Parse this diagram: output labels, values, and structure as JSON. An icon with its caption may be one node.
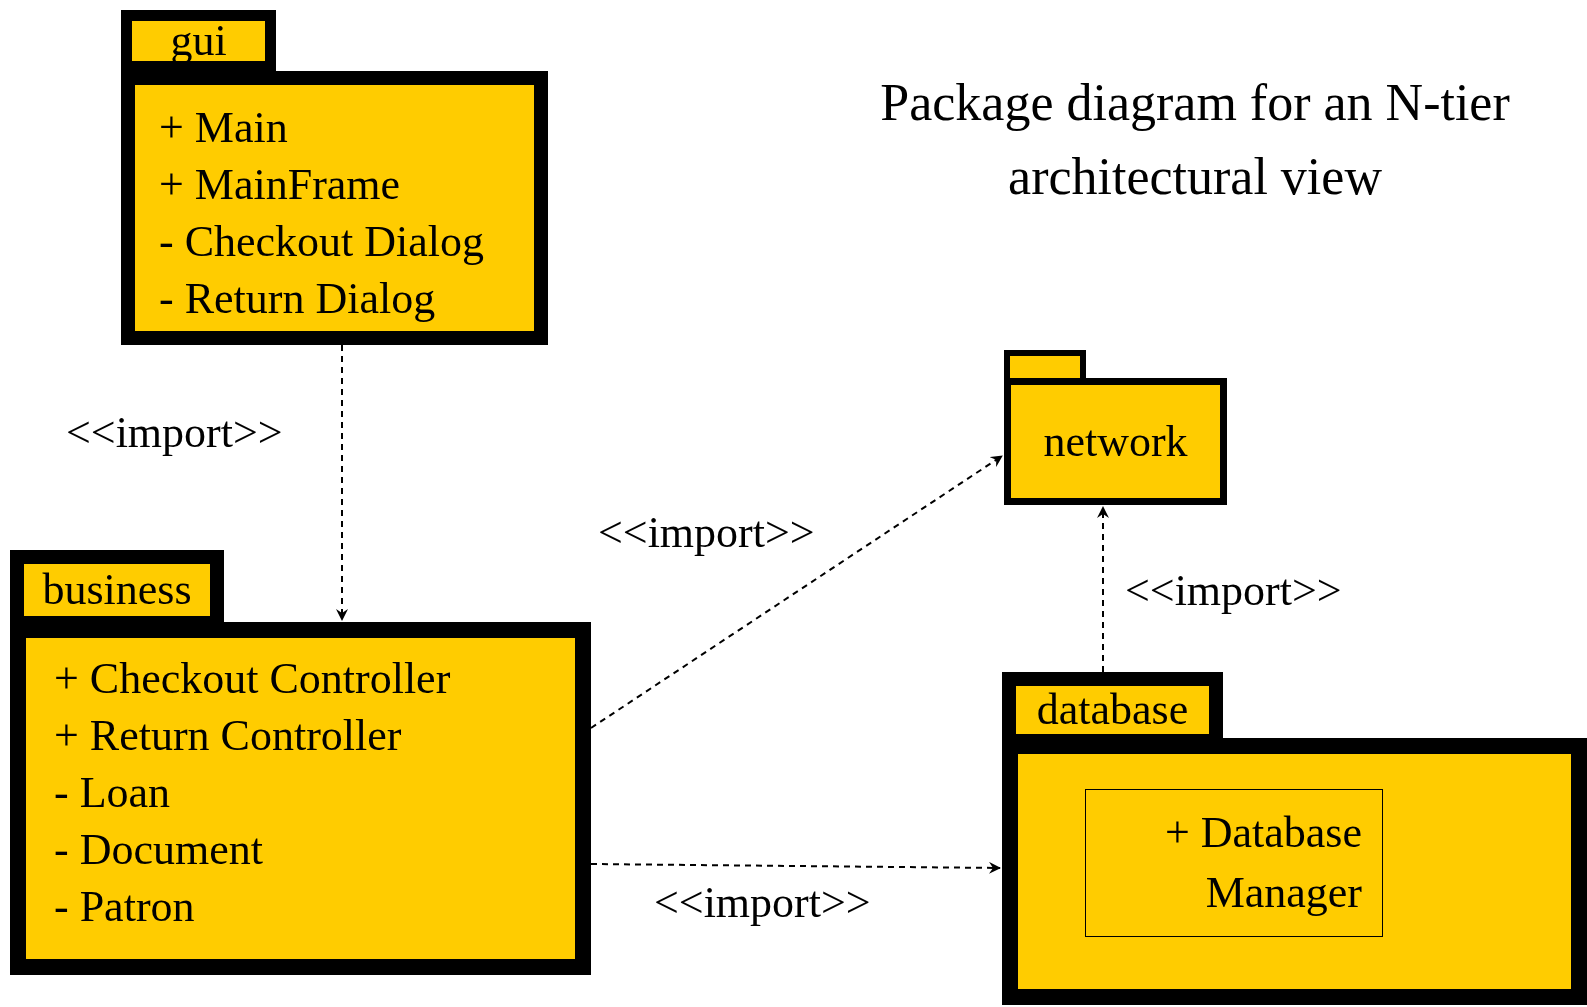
{
  "diagram": {
    "title": "Package diagram for an N-tier architectural view",
    "nodes": [
      {
        "text": [
          "gui",
          "+ Main",
          "+ MainFrame",
          "- Checkout Dialog",
          "- Return Dialog"
        ]
      },
      {
        "text": [
          "business",
          "+ Checkout Controller",
          "+ Return Controller",
          "- Loan",
          "- Document",
          "- Patron"
        ]
      },
      {
        "text": [
          "network"
        ]
      },
      {
        "text": [
          "database"
        ]
      },
      {
        "text": [
          "+ Database Manager"
        ],
        "in": 3
      }
    ],
    "edges": [
      {
        "from": 0,
        "to": 1,
        "arrow": "to",
        "label": "<<import>>",
        "style": "dashed"
      },
      {
        "from": 1,
        "to": 2,
        "arrow": "to",
        "label": "<<import>>",
        "style": "dashed"
      },
      {
        "from": 3,
        "to": 2,
        "arrow": "to",
        "label": "<<import>>",
        "style": "dashed"
      },
      {
        "from": 1,
        "to": 3,
        "arrow": "to",
        "label": "<<import>>",
        "style": "dashed"
      }
    ]
  }
}
